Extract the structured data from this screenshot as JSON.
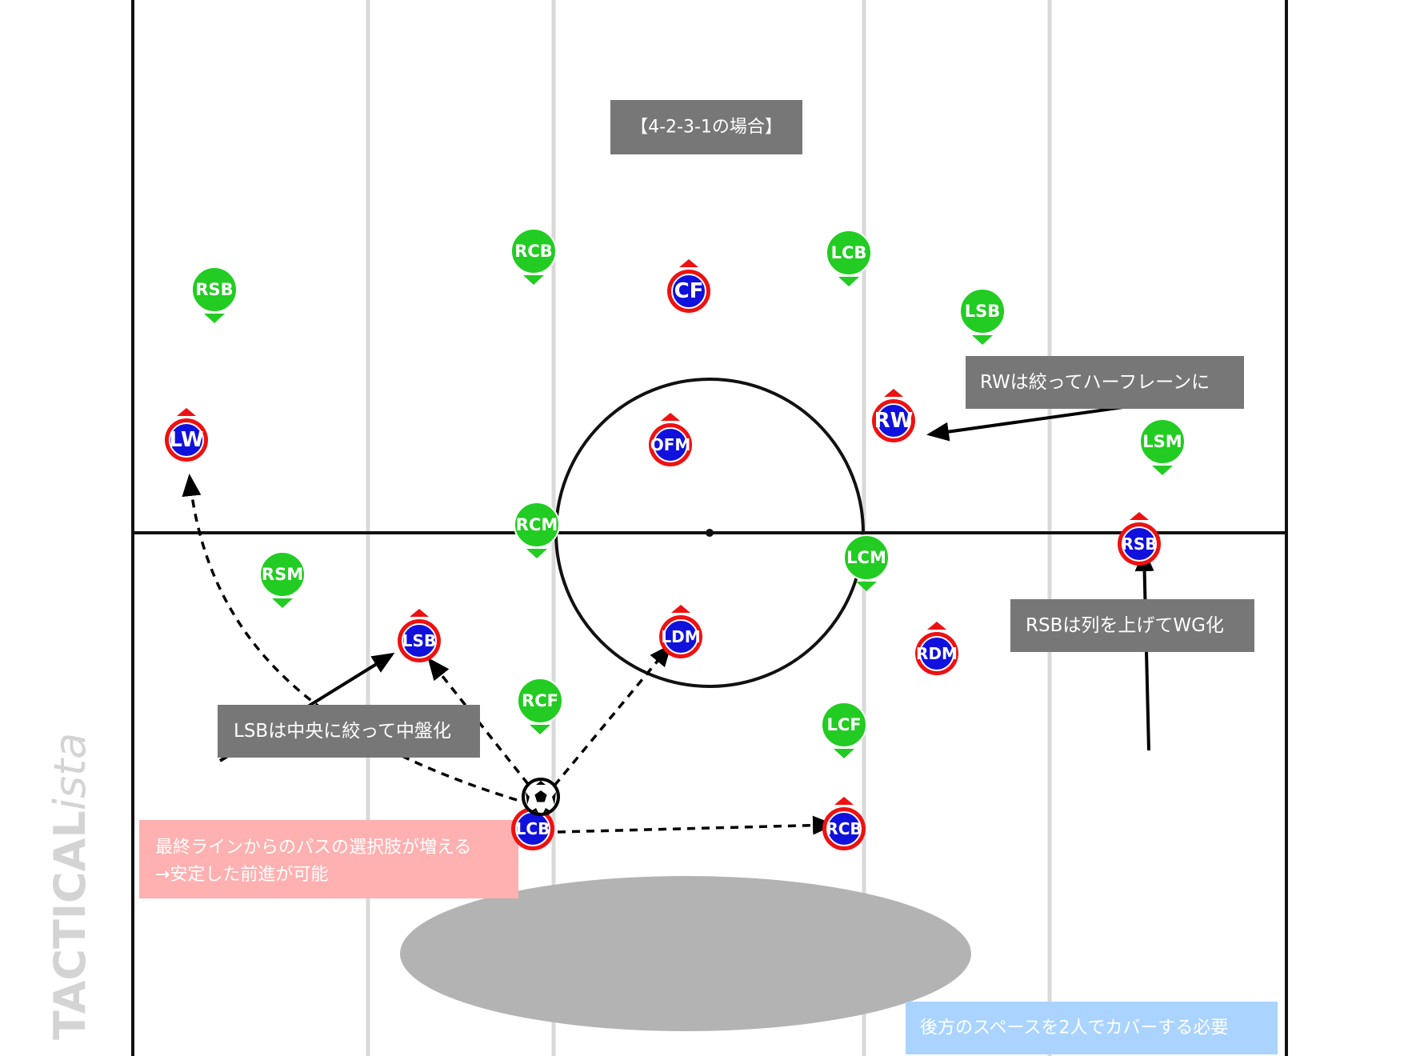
{
  "title_box": {
    "text": "【4-2-3-1の場合】"
  },
  "annotations": {
    "rw_note": "RWは絞ってハーフレーンに",
    "rsb_note": "RSBは列を上げてWG化",
    "lsb_note": "LSBは中央に絞って中盤化",
    "pass_note_line1": "最終ラインからのパスの選択肢が増える",
    "pass_note_line2": "→安定した前進が可能",
    "cover_note": "後方のスペースを2人でカバーする必要"
  },
  "watermark": {
    "main": "TACTICAL",
    "italic": "ista"
  },
  "colors": {
    "opponent_fill": "#22cc22",
    "team_fill": "#1111dd",
    "team_ring": "#ee1111",
    "label_box": "#777777",
    "pass_note_box": "#ffb0b0",
    "cover_note_box": "#aad4ff",
    "shaded_zone": "#b3b3b3",
    "pitch_line": "#111111",
    "lane_line": "#d9d9d9"
  },
  "opponents": [
    {
      "label": "RSB"
    },
    {
      "label": "RCB"
    },
    {
      "label": "LCB"
    },
    {
      "label": "LSB"
    },
    {
      "label": "LSM"
    },
    {
      "label": "RCM"
    },
    {
      "label": "LCM"
    },
    {
      "label": "RSM"
    },
    {
      "label": "RCF"
    },
    {
      "label": "LCF"
    }
  ],
  "team": [
    {
      "label": "CF"
    },
    {
      "label": "LW"
    },
    {
      "label": "OFM"
    },
    {
      "label": "RW"
    },
    {
      "label": "RSB"
    },
    {
      "label": "LSB"
    },
    {
      "label": "LDM"
    },
    {
      "label": "RDM"
    },
    {
      "label": "LCB"
    },
    {
      "label": "RCB"
    }
  ],
  "ball": {
    "icon": "soccer-ball-icon"
  }
}
